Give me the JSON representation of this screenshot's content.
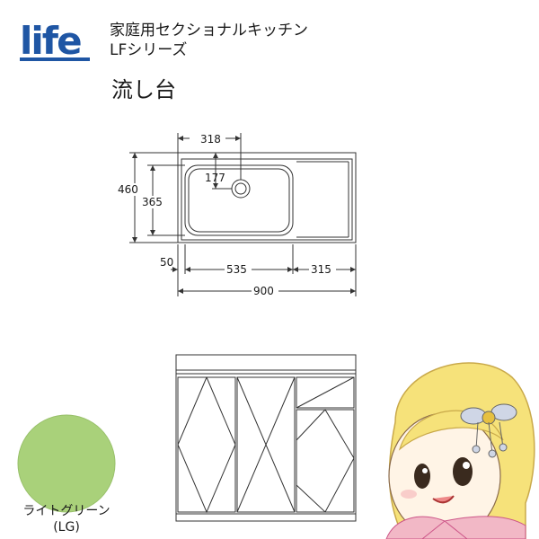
{
  "brand": {
    "logo_text": "life",
    "logo_color": "#1f56a4"
  },
  "header": {
    "line1": "家庭用セクショナルキッチン",
    "line2": "LFシリーズ",
    "product_name": "流し台"
  },
  "dimensions": {
    "sink_offset": "318",
    "drain_depth": "177",
    "total_depth": "460",
    "bowl_depth": "365",
    "left_margin": "50",
    "bowl_width": "535",
    "right_width": "315",
    "total_width": "900"
  },
  "color_swatch": {
    "name": "ライトグリーン",
    "code": "(LG)",
    "hex": "#a9d17a"
  },
  "colors": {
    "line": "#333333",
    "accent_pink": "#f2b8c6",
    "hair": "#f6e27a"
  }
}
